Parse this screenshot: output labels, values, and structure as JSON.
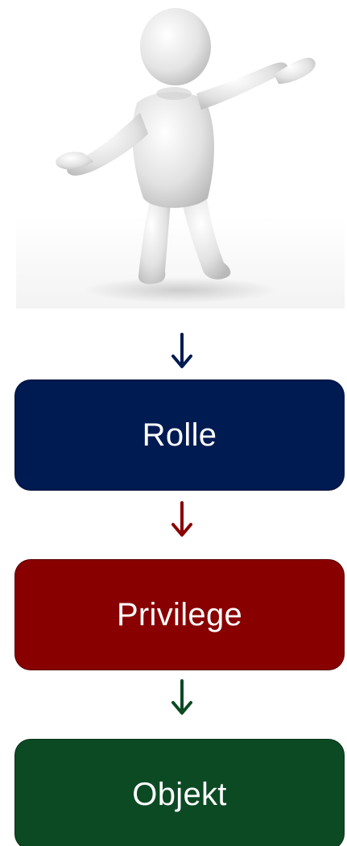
{
  "diagram": {
    "boxes": [
      {
        "label": "Rolle",
        "color": "#001a52"
      },
      {
        "label": "Privilege",
        "color": "#880000"
      },
      {
        "label": "Objekt",
        "color": "#0c4a24"
      }
    ],
    "arrows": [
      {
        "color": "#001a52"
      },
      {
        "color": "#880000"
      },
      {
        "color": "#0c4a24"
      }
    ],
    "figure_icon": "3d-person-figure-icon"
  }
}
